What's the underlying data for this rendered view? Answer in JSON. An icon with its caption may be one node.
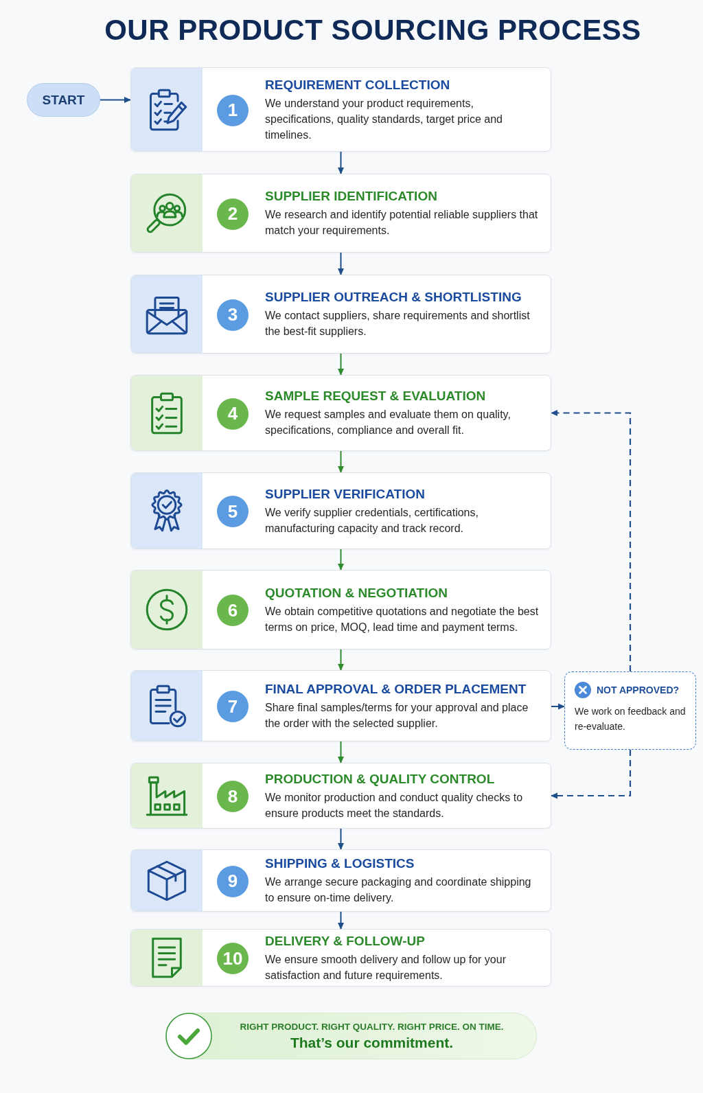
{
  "diagram": {
    "title": "OUR PRODUCT SOURCING PROCESS",
    "nodes": [
      {
        "text": [
          "START"
        ]
      },
      {
        "text": [
          "REQUIREMENT COLLECTION",
          "We understand your product requirements, specifications, quality standards, target price and timelines."
        ]
      },
      {
        "text": [
          "1"
        ],
        "in": 1
      },
      {
        "text": [
          "SUPPLIER IDENTIFICATION",
          "We research and identify potential reliable suppliers that match your requirements."
        ]
      },
      {
        "text": [
          "2"
        ],
        "in": 3
      },
      {
        "text": [
          "SUPPLIER OUTREACH & SHORTLISTING",
          "We contact suppliers, share requirements and shortlist the best-fit suppliers."
        ]
      },
      {
        "text": [
          "3"
        ],
        "in": 5
      },
      {
        "text": [
          "SAMPLE REQUEST & EVALUATION",
          "We request samples and evaluate them on quality, specifications, compliance and overall fit."
        ]
      },
      {
        "text": [
          "4"
        ],
        "in": 7
      },
      {
        "text": [
          "SUPPLIER VERIFICATION",
          "We verify supplier credentials, certifications, manufacturing capacity and track record."
        ]
      },
      {
        "text": [
          "5"
        ],
        "in": 9
      },
      {
        "text": [
          "QUOTATION & NEGOTIATION",
          "We obtain competitive quotations and negotiate the best terms on price, MOQ, lead time and payment terms."
        ]
      },
      {
        "text": [
          "6"
        ],
        "in": 11
      },
      {
        "text": [
          "FINAL APPROVAL & ORDER PLACEMENT",
          "Share final samples/terms for your approval and place the order with the selected supplier."
        ]
      },
      {
        "text": [
          "7"
        ],
        "in": 13
      },
      {
        "text": [
          "PRODUCTION & QUALITY CONTROL",
          "We monitor production and conduct quality checks to ensure products meet the standards."
        ]
      },
      {
        "text": [
          "8"
        ],
        "in": 15
      },
      {
        "text": [
          "SHIPPING & LOGISTICS",
          "We arrange secure packaging and coordinate shipping to ensure on-time delivery."
        ]
      },
      {
        "text": [
          "9"
        ],
        "in": 17
      },
      {
        "text": [
          "DELIVERY & FOLLOW-UP",
          "We ensure smooth delivery and follow up for your satisfaction and future requirements."
        ]
      },
      {
        "text": [
          "10"
        ],
        "in": 19
      },
      {
        "text": [
          "NOT APPROVED?",
          "We work on feedback and re-evaluate."
        ]
      },
      {
        "text": [
          "RIGHT PRODUCT. RIGHT QUALITY. RIGHT PRICE. ON TIME.",
          "That’s our commitment."
        ]
      }
    ],
    "edges": [
      {
        "from": 0,
        "to": 1,
        "arrow": "to"
      },
      {
        "from": 1,
        "to": 3,
        "arrow": "to"
      },
      {
        "from": 3,
        "to": 5,
        "arrow": "to"
      },
      {
        "from": 5,
        "to": 7,
        "arrow": "to",
        "color": "#2e8b2e"
      },
      {
        "from": 7,
        "to": 9,
        "arrow": "to",
        "color": "#2e8b2e"
      },
      {
        "from": 9,
        "to": 11,
        "arrow": "to",
        "color": "#2e8b2e"
      },
      {
        "from": 11,
        "to": 13,
        "arrow": "to",
        "color": "#2e8b2e"
      },
      {
        "from": 13,
        "to": 15,
        "arrow": "to",
        "color": "#2e8b2e"
      },
      {
        "from": 15,
        "to": 17,
        "arrow": "to"
      },
      {
        "from": 17,
        "to": 19,
        "arrow": "to"
      },
      {
        "from": 13,
        "to": 21,
        "arrow": "to"
      },
      {
        "from": 21,
        "to": 7,
        "arrow": "to",
        "style": "dashed"
      },
      {
        "from": 21,
        "to": 15,
        "arrow": "to",
        "style": "dashed"
      }
    ]
  }
}
